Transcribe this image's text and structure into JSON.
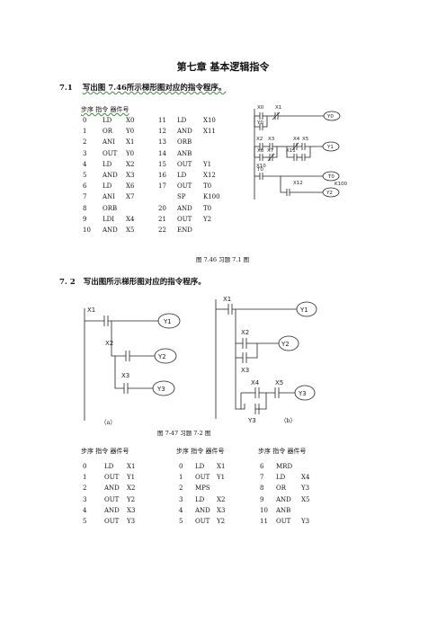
{
  "chapter_title": "第七章  基本逻辑指令",
  "q1": {
    "num": "7.1",
    "text": "写出图 7.46所示梯形图对应的指令程序。"
  },
  "q1_header": "步序  指令  器件号",
  "q1_rows": [
    [
      "0",
      "LD",
      "X0",
      "11",
      "LD",
      "X10"
    ],
    [
      "1",
      "OR",
      "Y0",
      "12",
      "AND",
      "X11"
    ],
    [
      "2",
      "ANI",
      "X1",
      "13",
      "ORB",
      ""
    ],
    [
      "3",
      "OUT",
      "Y0",
      "14",
      "ANB",
      ""
    ],
    [
      "4",
      "LD",
      "X2",
      "15",
      "OUT",
      "Y1"
    ],
    [
      "5",
      "AND",
      "X3",
      "16",
      "LD",
      "X12"
    ],
    [
      "6",
      "LD",
      "X6",
      "17",
      "OUT",
      "T0"
    ],
    [
      "7",
      "ANI",
      "X7",
      "",
      "SP",
      "K100"
    ],
    [
      "8",
      "ORB",
      "",
      "20",
      "AND",
      "T0"
    ],
    [
      "9",
      "LDI",
      "X4",
      "21",
      "OUT",
      "Y2"
    ],
    [
      "10",
      "AND",
      "X5",
      "22",
      "END",
      ""
    ]
  ],
  "fig1_caption": "图 7.46    习题 7.1 图",
  "fig1_labels": [
    "X0",
    "X1",
    "Y0",
    "Y0",
    "X2",
    "X3",
    "X4",
    "X5",
    "Y1",
    "X6",
    "X7",
    "X10",
    "X11",
    "X12",
    "T0",
    "K100",
    "T0",
    "Y2"
  ],
  "q2": {
    "num": "7. 2",
    "text": "写出图所示梯形图对应的指令程序。"
  },
  "fig2a_labels": [
    "X1",
    "Y1",
    "X2",
    "Y2",
    "X3",
    "Y3"
  ],
  "fig2b_labels": [
    "X1",
    "Y1",
    "X2",
    "Y2",
    "X3",
    "X4",
    "X5",
    "Y3",
    "Y3"
  ],
  "fig2_tag_a": "（a）",
  "fig2_tag_b": "（b）",
  "fig2_caption": "图 7-47    习题 7-2 图",
  "q2a_header": "步序  指令  器件号",
  "q2a_rows": [
    [
      "0",
      "LD",
      "X1"
    ],
    [
      "1",
      "OUT",
      "Y1"
    ],
    [
      "2",
      "AND",
      "X2"
    ],
    [
      "3",
      "OUT",
      "Y2"
    ],
    [
      "4",
      "AND",
      "X3"
    ],
    [
      "5",
      "OUT",
      "Y3"
    ]
  ],
  "q2b_header": "步序  指令  器件号",
  "q2b_rows": [
    [
      "0",
      "LD",
      "X1",
      "6",
      "MRD",
      ""
    ],
    [
      "1",
      "OUT",
      "Y1",
      "7",
      "LD",
      "X4"
    ],
    [
      "2",
      "MPS",
      "",
      "8",
      "OR",
      "Y3"
    ],
    [
      "3",
      "LD",
      "X2",
      "9",
      "AND",
      "X5"
    ],
    [
      "4",
      "AND",
      "X3",
      "10",
      "ANB",
      ""
    ],
    [
      "5",
      "OUT",
      "Y2",
      "11",
      "OUT",
      "Y3"
    ]
  ]
}
